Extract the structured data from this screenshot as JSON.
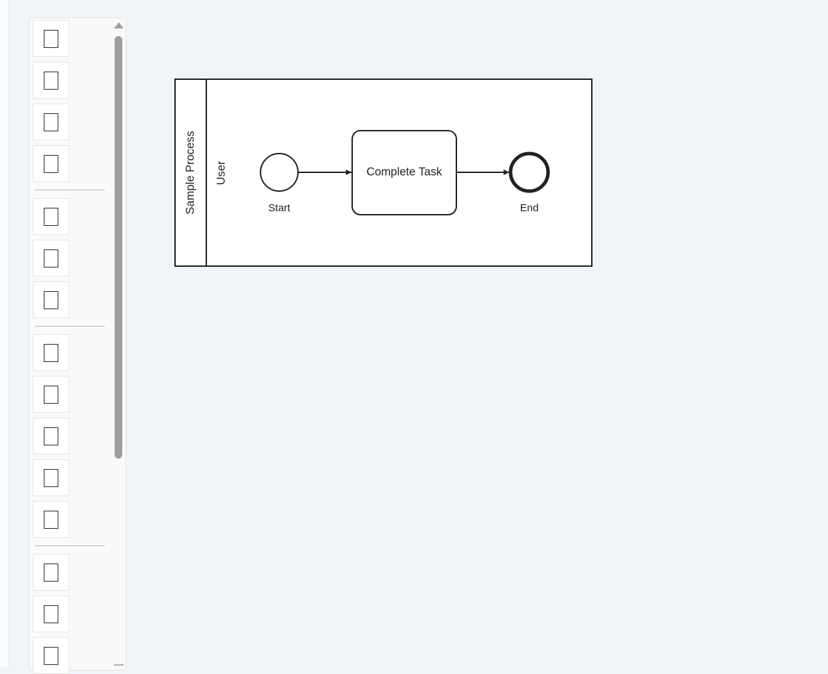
{
  "palette": {
    "groups": [
      {
        "tools": [
          "tool",
          "tool",
          "tool",
          "tool"
        ]
      },
      {
        "tools": [
          "tool",
          "tool",
          "tool"
        ]
      },
      {
        "tools": [
          "tool",
          "tool",
          "tool",
          "tool",
          "tool"
        ]
      },
      {
        "tools": [
          "tool",
          "tool",
          "tool"
        ]
      }
    ],
    "tool_icon": "square-icon"
  },
  "diagram": {
    "pool": {
      "label": "Sample Process"
    },
    "lane": {
      "label": "User"
    },
    "start_event": {
      "label": "Start"
    },
    "task": {
      "label": "Complete Task"
    },
    "end_event": {
      "label": "End"
    },
    "colors": {
      "stroke": "#222222",
      "fill": "#ffffff",
      "canvas": "#f1f4f9"
    }
  }
}
